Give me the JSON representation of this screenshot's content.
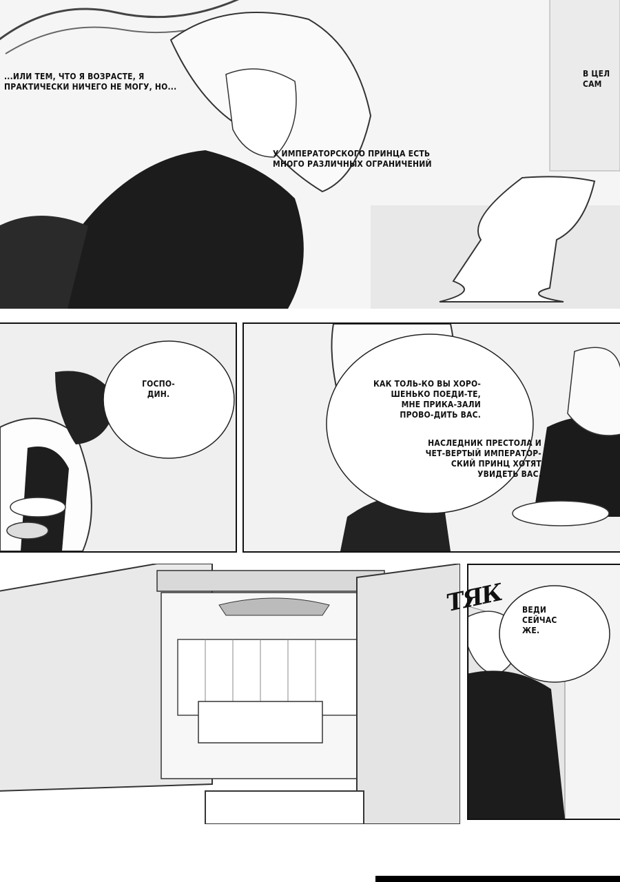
{
  "page": {
    "panels": [
      {
        "id": "panel-1",
        "texts": [
          "...ИЛИ ТЕМ, ЧТО Я ВОЗРАСТЕ, Я ПРАКТИЧЕСКИ НИЧЕГО НЕ МОГУ, НО...",
          "В ЦЕЛ САМ",
          "У ИМПЕРАТОРСКОГО ПРИНЦА ЕСТЬ МНОГО РАЗЛИЧНЫХ ОГРАНИЧЕНИЙ"
        ]
      },
      {
        "id": "panel-2",
        "texts": [
          "ГОСПО-ДИН."
        ]
      },
      {
        "id": "panel-3",
        "texts": [
          "КАК ТОЛЬ-КО ВЫ ХОРО-ШЕНЬКО ПОЕДИ-ТЕ, МНЕ ПРИКА-ЗАЛИ ПРОВО-ДИТЬ ВАС.",
          "НАСЛЕДНИК ПРЕСТОЛА И ЧЕТ-ВЕРТЫЙ ИМПЕРАТОР-СКИЙ ПРИНЦ ХОТЯТ УВИДЕТЬ ВАС."
        ]
      },
      {
        "id": "panel-4",
        "texts": []
      },
      {
        "id": "panel-5",
        "texts": [
          "ВЕДИ СЕЙЧАС ЖЕ."
        ],
        "sfx": "ТЯК"
      }
    ]
  }
}
